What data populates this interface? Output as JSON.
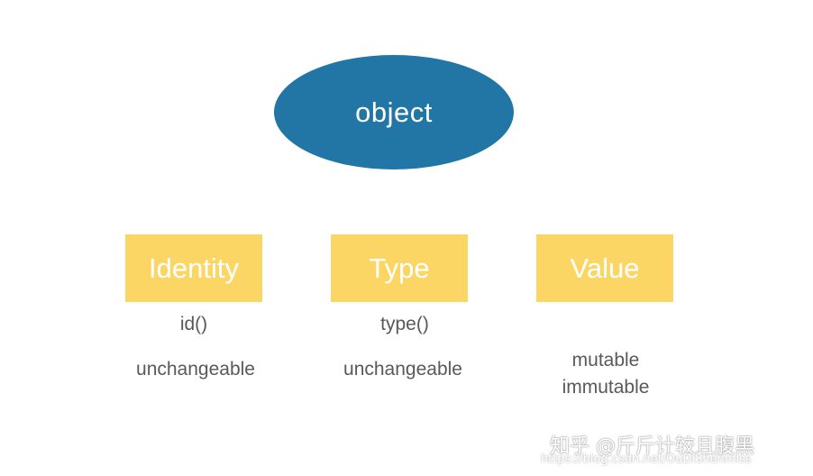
{
  "diagram": {
    "root": {
      "label": "object",
      "color": "#2176a5"
    },
    "box_color": "#fcd665",
    "children": [
      {
        "label": "Identity",
        "function": "id()",
        "property": "unchangeable"
      },
      {
        "label": "Type",
        "function": "type()",
        "property": "unchangeable"
      },
      {
        "label": "Value",
        "property_line1": "mutable",
        "property_line2": "immutable"
      }
    ]
  },
  "watermark": {
    "brand": "知乎 @斤斤计较且腹黑",
    "url": "https://blog.csdn.net/OuDiShenmiss"
  }
}
